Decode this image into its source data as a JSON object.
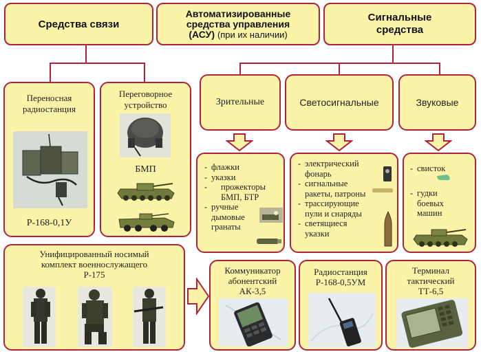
{
  "headers": {
    "comm": "Средства связи",
    "asu_line1": "Автоматизированные",
    "asu_line2": "средства управления",
    "asu_abbr": "(АСУ)",
    "asu_note": "(при их наличии)",
    "signal_line1": "Сигнальные",
    "signal_line2": "средства"
  },
  "comm": {
    "radio_title_1": "Переносная",
    "radio_title_2": "радиостанция",
    "radio_model": "Р-168-0,1У",
    "intercom_title_1": "Переговорное",
    "intercom_title_2": "устройство",
    "intercom_bmp": "БМП"
  },
  "signal_categories": {
    "visual": "Зрительные",
    "light": "Светосигнальные",
    "sound": "Звуковые"
  },
  "visual_items": [
    "флажки",
    "указки",
    "прожекторы",
    "БМП, БТР",
    "ручные",
    "дымовые",
    "гранаты"
  ],
  "light_items": [
    "электрический",
    "фонарь",
    "сигнальные",
    "ракеты, патроны",
    "трассирующие",
    "пули и снаряды",
    "светящиеся",
    "указки"
  ],
  "sound_items": [
    "свисток",
    "гудки",
    "боевых",
    "машин"
  ],
  "kit": {
    "title_1": "Унифицированный носимый",
    "title_2": "комплект военнослужащего",
    "title_3": "Р-175"
  },
  "asu_devices": {
    "comm_1": "Коммуникатор",
    "comm_2": "абонентский",
    "comm_3": "АК-3,5",
    "radio_1": "Радиостанция",
    "radio_2": "Р-168-0,5УМ",
    "term_1": "Терминал",
    "term_2": "тактический",
    "term_3": "ТТ-6,5"
  },
  "colors": {
    "box_fill": "#fbf3a8",
    "border": "#b0213a",
    "arrow_fill": "#fbf3a8"
  }
}
